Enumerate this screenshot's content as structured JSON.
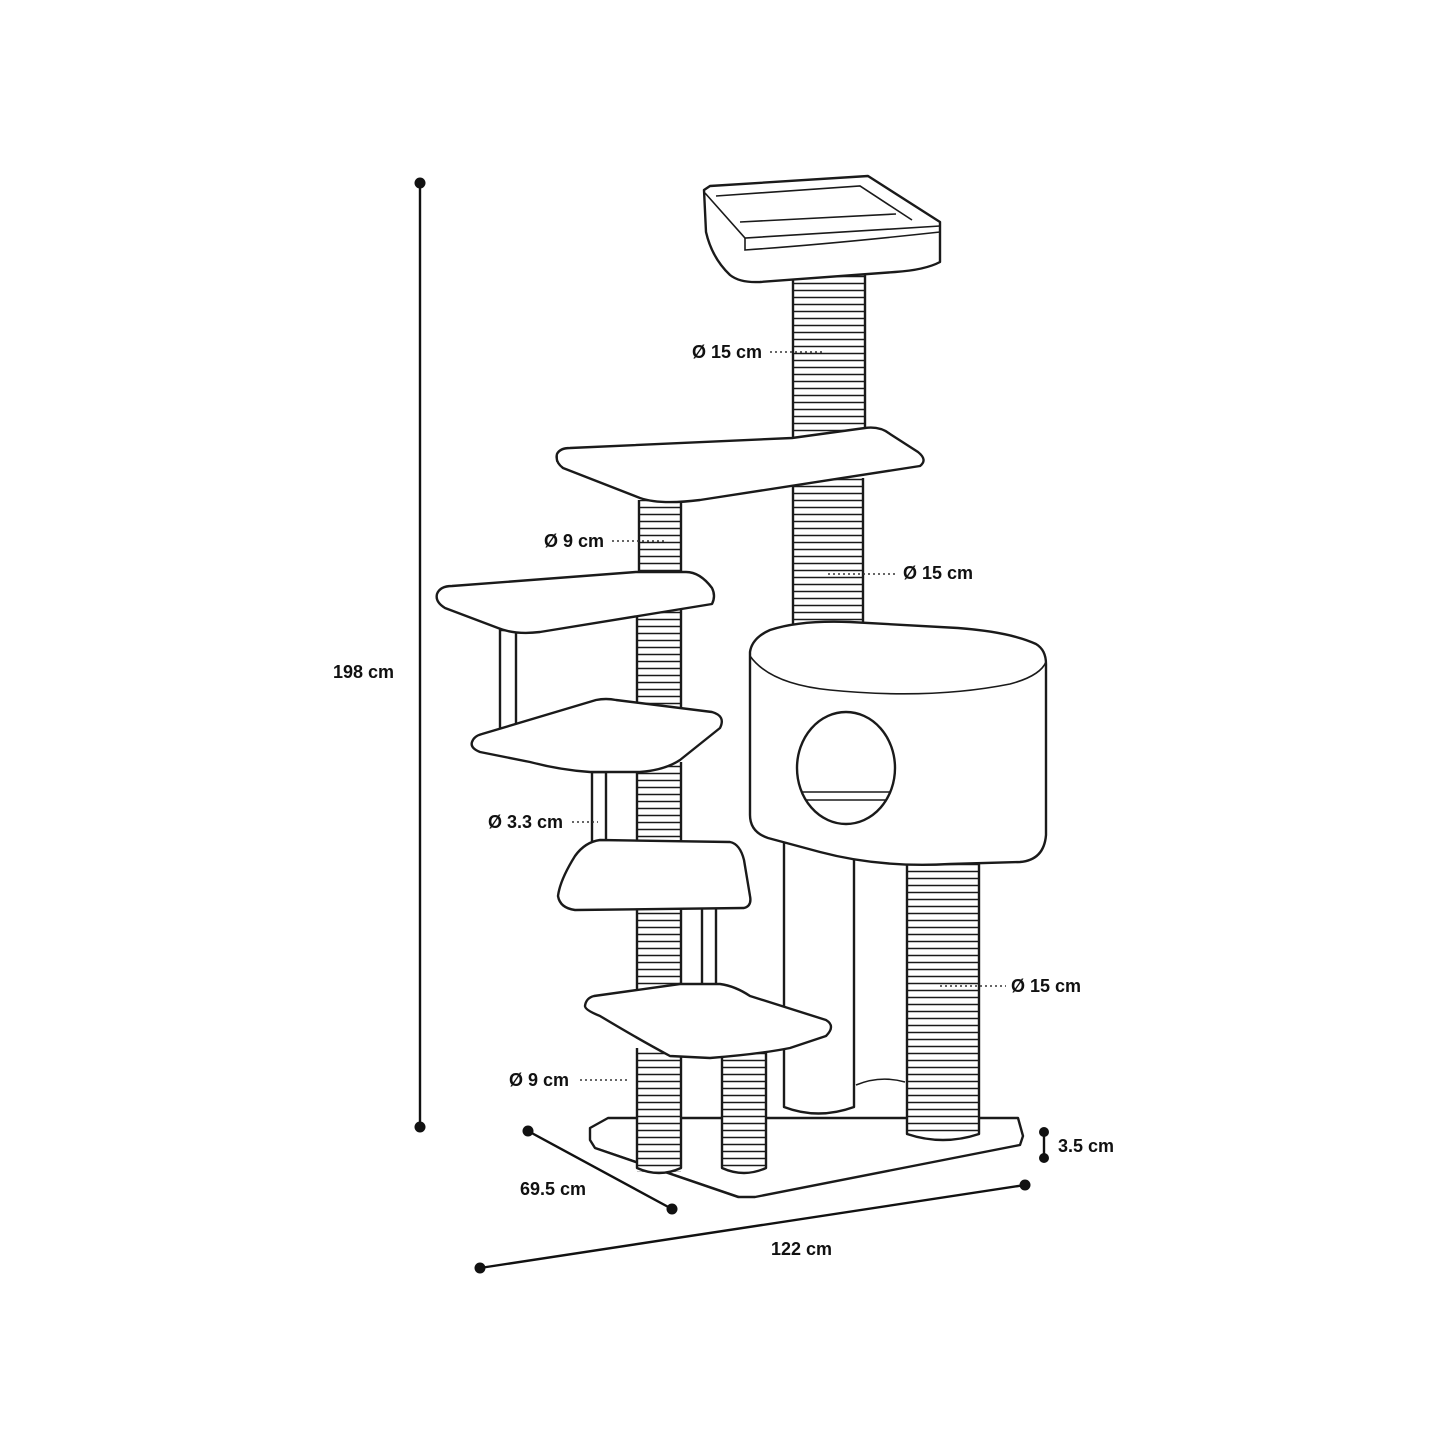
{
  "dimensions": {
    "height": "198 cm",
    "depth": "69.5 cm",
    "width": "122 cm",
    "base_thickness": "3.5 cm"
  },
  "posts": {
    "top_post": "Ø 15 cm",
    "upper_left_post": "Ø 9 cm",
    "middle_right_post": "Ø 15 cm",
    "thin_support": "Ø 3.3 cm",
    "lower_right_post": "Ø 15 cm",
    "bottom_left_post": "Ø 9 cm"
  }
}
